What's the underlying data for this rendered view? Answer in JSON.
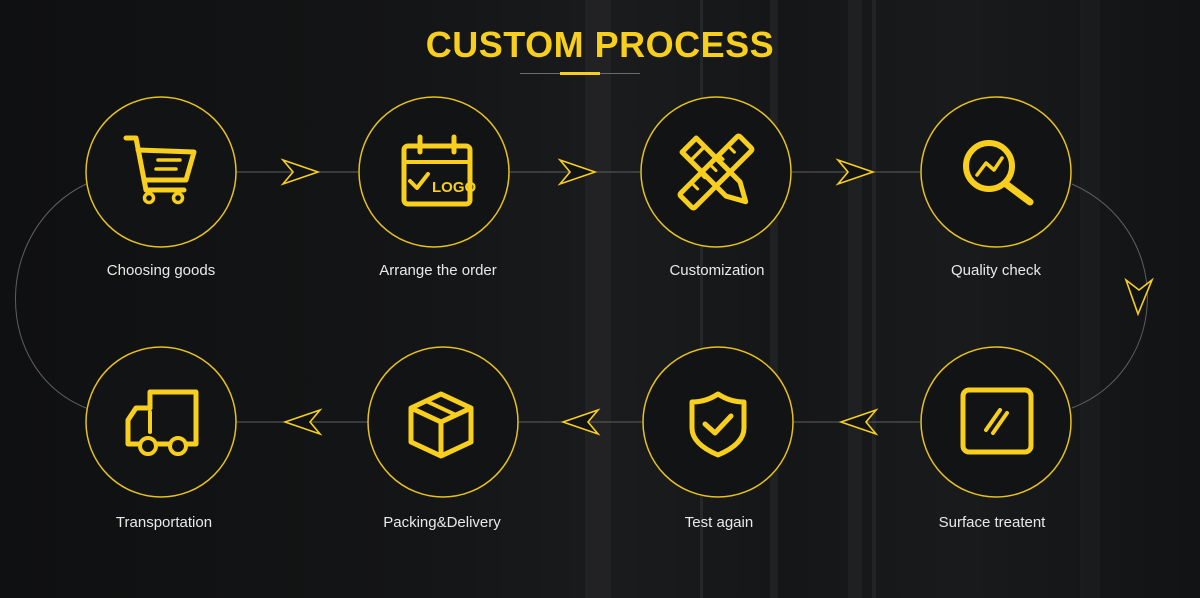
{
  "title": "CUSTOM PROCESS",
  "accent_color": "#f7cf1c",
  "steps": [
    {
      "label": "Choosing goods",
      "icon": "shopping-cart-icon"
    },
    {
      "label": "Arrange the order",
      "icon": "calendar-logo-icon"
    },
    {
      "label": "Customization",
      "icon": "pencil-ruler-icon"
    },
    {
      "label": "Quality check",
      "icon": "magnifier-chart-icon"
    },
    {
      "label": "Surface treatent",
      "icon": "surface-panel-icon"
    },
    {
      "label": "Test again",
      "icon": "shield-check-icon"
    },
    {
      "label": "Packing&Delivery",
      "icon": "box-icon"
    },
    {
      "label": "Transportation",
      "icon": "truck-icon"
    }
  ]
}
